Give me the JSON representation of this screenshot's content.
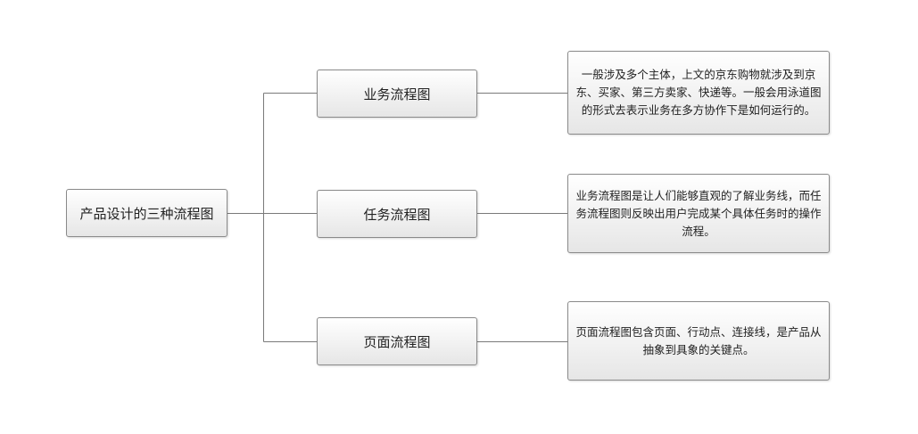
{
  "root": {
    "label": "产品设计的三种流程图"
  },
  "branches": [
    {
      "label": "业务流程图",
      "description": "一般涉及多个主体，上文的京东购物就涉及到京东、买家、第三方卖家、快递等。一般会用泳道图的形式去表示业务在多方协作下是如何运行的。"
    },
    {
      "label": "任务流程图",
      "description": "业务流程图是让人们能够直观的了解业务线，而任务流程图则反映出用户完成某个具体任务时的操作流程。"
    },
    {
      "label": "页面流程图",
      "description": "页面流程图包含页面、行动点、连接线，是产品从抽象到具象的关键点。"
    }
  ]
}
